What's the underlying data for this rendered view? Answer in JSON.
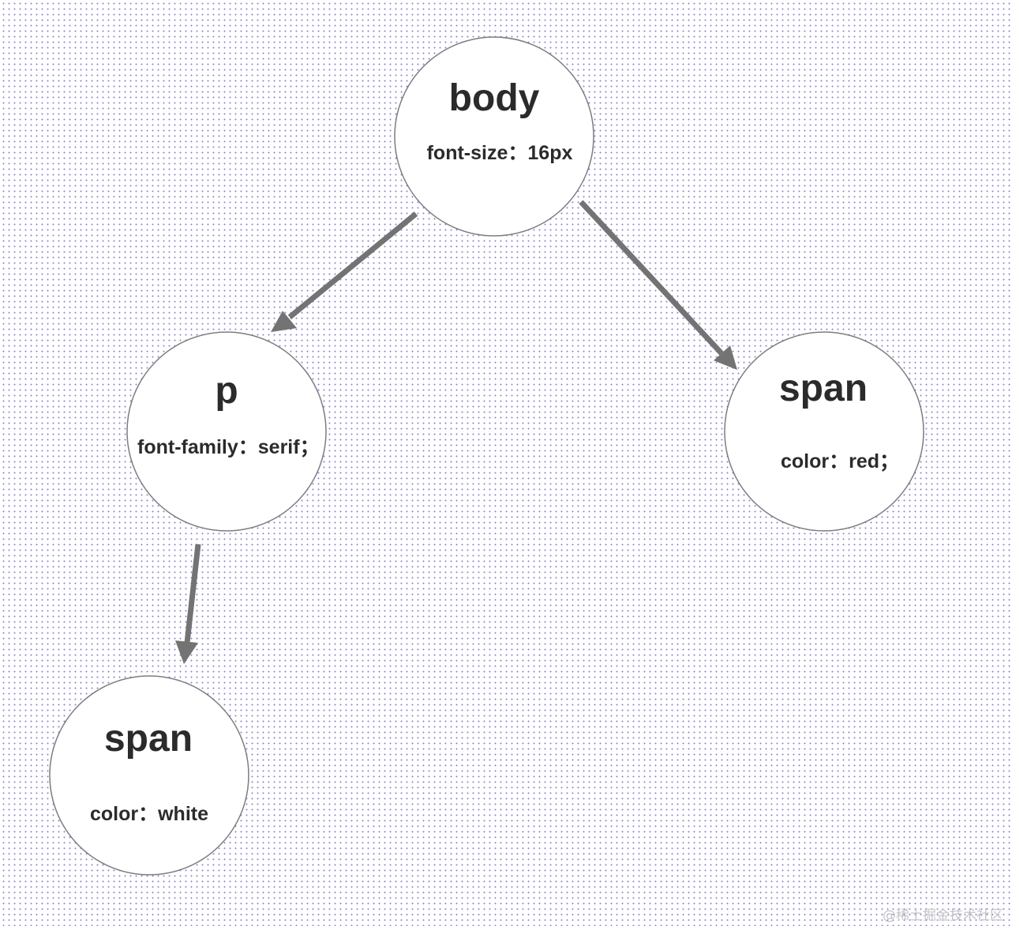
{
  "diagram": {
    "type": "tree",
    "nodes": {
      "body": {
        "title": "body",
        "property": "font-size：16px"
      },
      "p": {
        "title": "p",
        "property": "font-family：serif；"
      },
      "span_right": {
        "title": "span",
        "property": "color：red；"
      },
      "span_bottom": {
        "title": "span",
        "property": "color：white"
      }
    },
    "edges": [
      {
        "from": "body",
        "to": "p"
      },
      {
        "from": "body",
        "to": "span_right"
      },
      {
        "from": "p",
        "to": "span_bottom"
      }
    ]
  },
  "watermark": "@稀土掘金技术社区",
  "colors": {
    "dot_grid": "#8a86d8",
    "node_stroke": "#7d7d7d",
    "arrow": "#737373",
    "text": "#2b2b2b"
  }
}
